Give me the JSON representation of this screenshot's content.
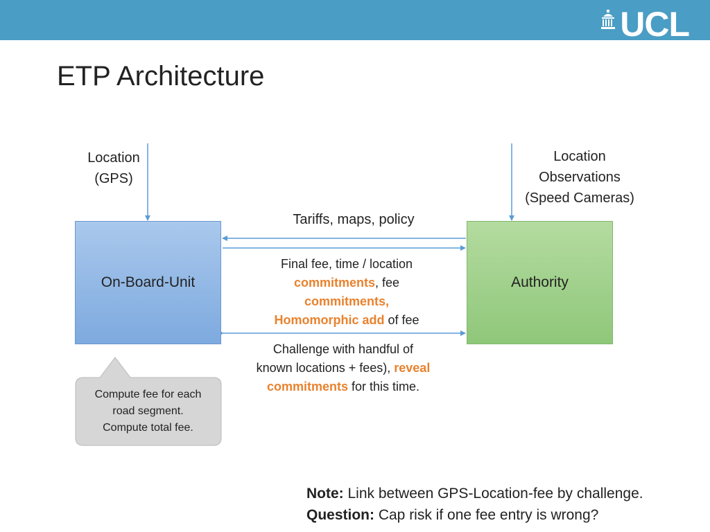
{
  "header": {
    "logo_text": "UCL",
    "logo_icon": "ucl-portico-icon",
    "bar_color": "#4a9dc4"
  },
  "title": "ETP Architecture",
  "inputs": {
    "gps_line1": "Location",
    "gps_line2": "(GPS)",
    "obs_line1": "Location",
    "obs_line2": "Observations",
    "obs_line3": "(Speed Cameras)"
  },
  "nodes": {
    "obu": "On-Board-Unit",
    "authority": "Authority"
  },
  "messages": {
    "tariffs": "Tariffs, maps, policy",
    "fee_line1": "Final fee, time / location",
    "fee_commitments_1": "commitments",
    "fee_after_1": ", fee",
    "fee_commitments_2": "commitments,",
    "fee_homomorphic": "Homomorphic add",
    "fee_after_2": " of fee",
    "challenge_line1": "Challenge with handful of",
    "challenge_line2a": "known locations + fees), ",
    "challenge_reveal": "reveal",
    "challenge_commitments": "commitments",
    "challenge_after": " for this time."
  },
  "callout": {
    "line1": "Compute fee for each",
    "line2": "road segment.",
    "line3": "Compute total fee."
  },
  "note": {
    "note_label": "Note:",
    "note_text": " Link between GPS-Location-fee by challenge.",
    "question_label": "Question:",
    "question_text": " Cap risk if one fee entry is wrong?"
  },
  "colors": {
    "highlight": "#e8822e",
    "arrow": "#5b9bd5",
    "obu_fill": "#8fb5e4",
    "authority_fill": "#9dd087",
    "callout_fill": "#d6d6d6"
  }
}
